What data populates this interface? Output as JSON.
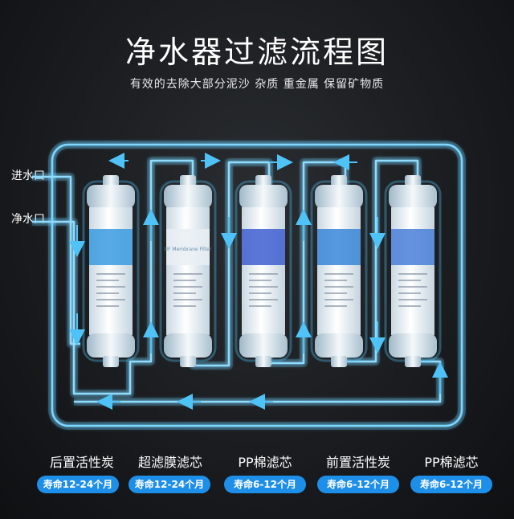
{
  "title": "净水器过滤流程图",
  "subtitle": "有效的去除大部分泥沙 杂质 重金属 保留矿物质",
  "inlet_label": "进水口",
  "outlet_label": "净水口",
  "accent_color": "#1e8fe8",
  "pipe_color": "#4fc3f7",
  "filters": [
    {
      "name": "后置活性炭",
      "lifespan": "寿命12-24个月",
      "band_color": "#3a9be0",
      "cartridge_text": ""
    },
    {
      "name": "超滤膜滤芯",
      "lifespan": "寿命12-24个月",
      "band_color": "#e9eef3",
      "cartridge_text": "UF Membrane Filter"
    },
    {
      "name": "PP棉滤芯",
      "lifespan": "寿命6-12个月",
      "band_color": "#3f5fd0",
      "cartridge_text": ""
    },
    {
      "name": "前置活性炭",
      "lifespan": "寿命6-12个月",
      "band_color": "#3a86d8",
      "cartridge_text": ""
    },
    {
      "name": "PP棉滤芯",
      "lifespan": "寿命6-12个月",
      "band_color": "#4a7fd8",
      "cartridge_text": ""
    }
  ]
}
